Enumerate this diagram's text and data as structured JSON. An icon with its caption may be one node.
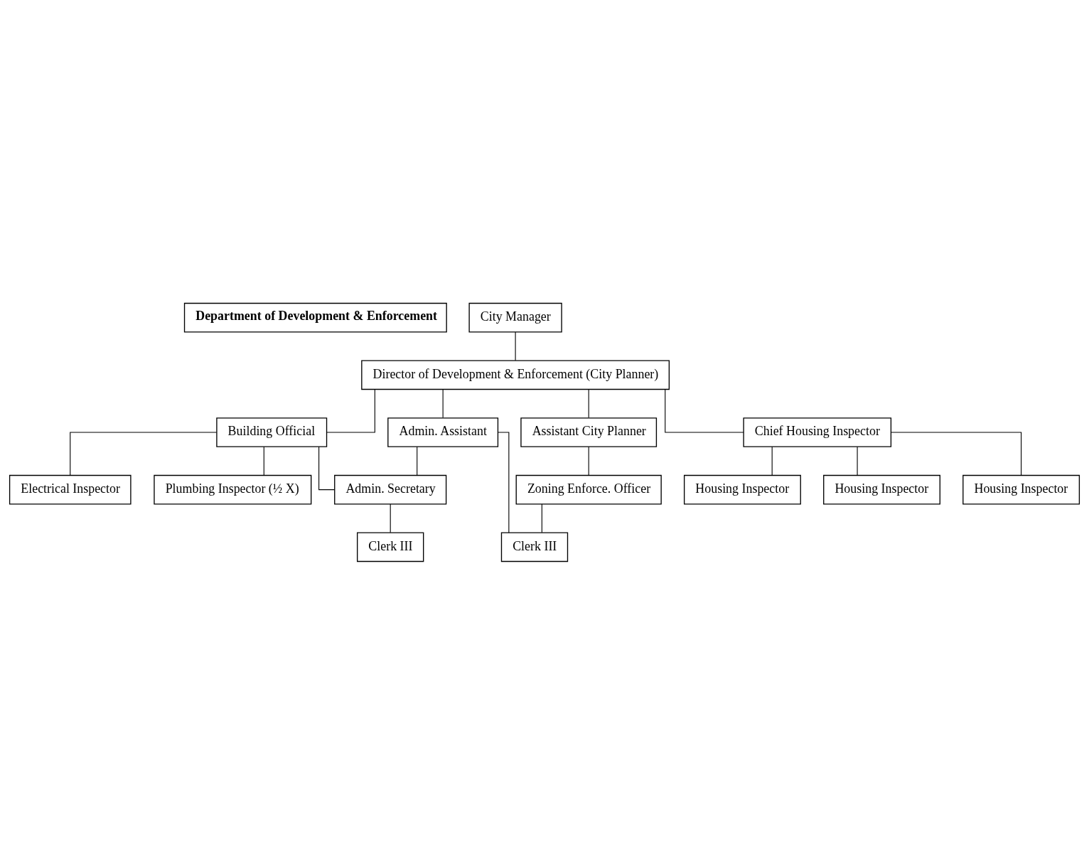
{
  "diagram": {
    "nodes": [
      {
        "text": [
          "Department of Development & Enforcement"
        ]
      },
      {
        "text": [
          "City Manager"
        ]
      },
      {
        "text": [
          "Director of Development & Enforcement (City Planner)"
        ]
      },
      {
        "text": [
          "Building Official"
        ]
      },
      {
        "text": [
          "Chief Housing Inspector"
        ]
      },
      {
        "text": [
          "Assistant City Planner"
        ]
      },
      {
        "text": [
          "Electrical Inspector"
        ]
      },
      {
        "text": [
          "Plumbing Inspector (½ X)"
        ]
      },
      {
        "text": [
          "Housing Inspector"
        ]
      },
      {
        "text": [
          "Housing Inspector"
        ]
      },
      {
        "text": [
          "Housing Inspector"
        ]
      },
      {
        "text": [
          "Zoning Enforce. Officer"
        ]
      },
      {
        "text": [
          "Admin. Assistant"
        ]
      },
      {
        "text": [
          "Admin. Secretary"
        ]
      },
      {
        "text": [
          "Clerk III"
        ]
      },
      {
        "text": [
          "Clerk III"
        ]
      }
    ],
    "edges": [
      {
        "from": 1,
        "to": 2,
        "arrow": "none"
      },
      {
        "from": 2,
        "to": 3,
        "arrow": "none"
      },
      {
        "from": 2,
        "to": 4,
        "arrow": "none"
      },
      {
        "from": 2,
        "to": 12,
        "arrow": "none"
      },
      {
        "from": 2,
        "to": 5,
        "arrow": "none"
      },
      {
        "from": 3,
        "to": 6,
        "arrow": "none"
      },
      {
        "from": 3,
        "to": 7,
        "arrow": "none"
      },
      {
        "from": 3,
        "to": 13,
        "arrow": "none"
      },
      {
        "from": 4,
        "to": 8,
        "arrow": "none"
      },
      {
        "from": 4,
        "to": 9,
        "arrow": "none"
      },
      {
        "from": 4,
        "to": 10,
        "arrow": "none"
      },
      {
        "from": 5,
        "to": 11,
        "arrow": "none"
      },
      {
        "from": 11,
        "to": 15,
        "arrow": "none"
      },
      {
        "from": 12,
        "to": 13,
        "arrow": "none"
      },
      {
        "from": 12,
        "to": 15,
        "arrow": "none"
      },
      {
        "from": 13,
        "to": 14,
        "arrow": "none"
      }
    ]
  }
}
